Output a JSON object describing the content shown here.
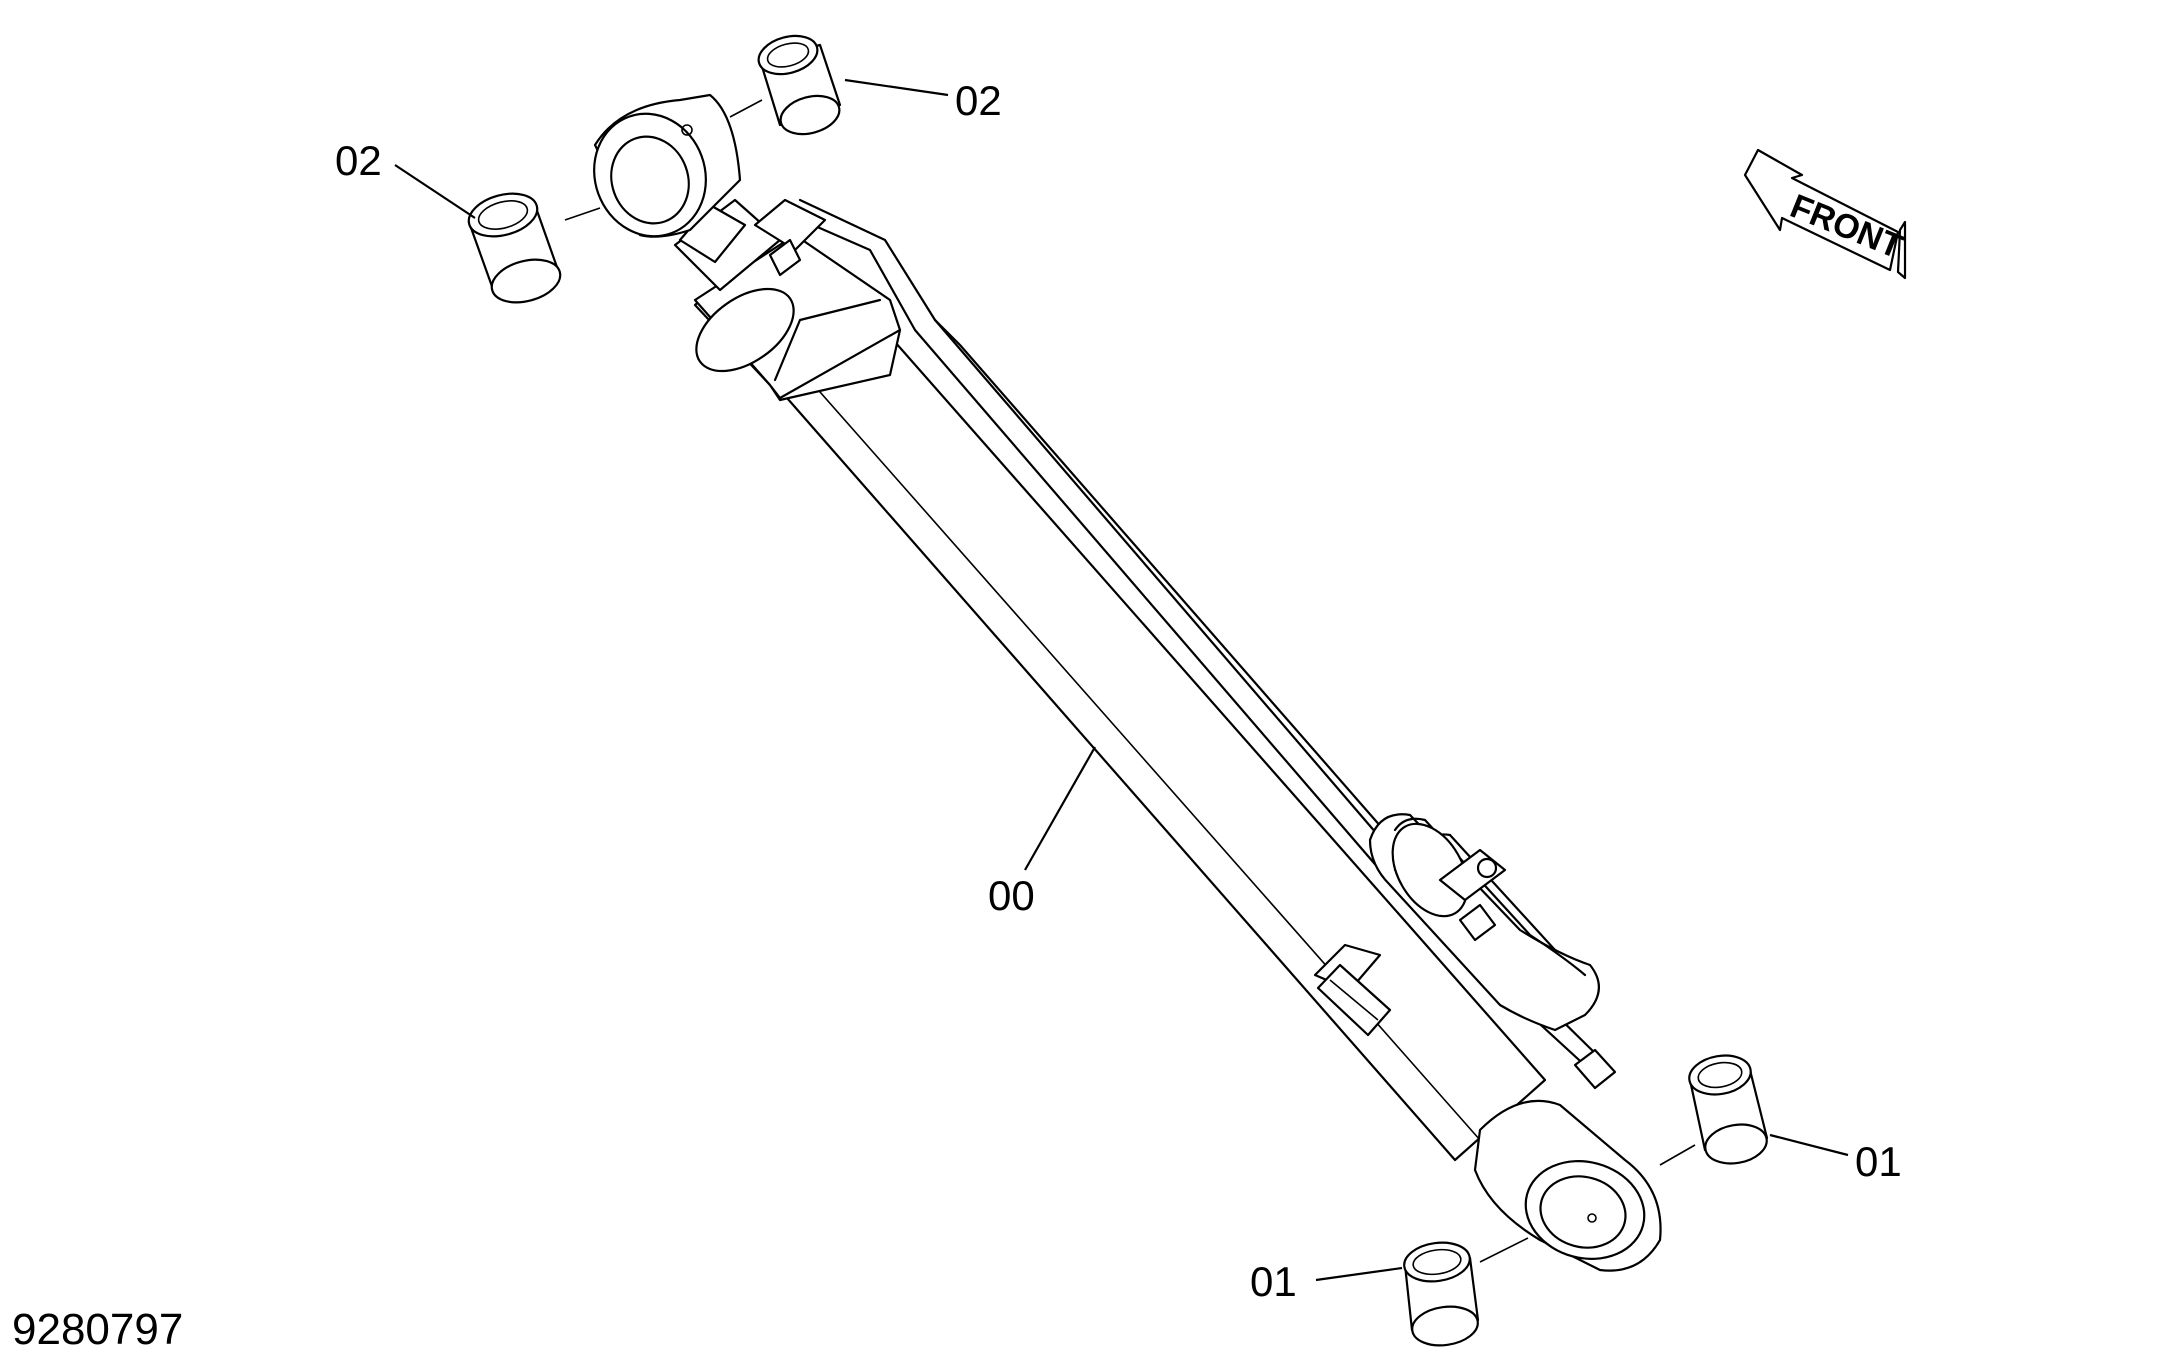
{
  "diagram": {
    "document_number": "9280797",
    "front_label": "FRONT",
    "callouts": [
      {
        "id": "c02a",
        "label": "02"
      },
      {
        "id": "c02b",
        "label": "02"
      },
      {
        "id": "c00",
        "label": "00"
      },
      {
        "id": "c01a",
        "label": "01"
      },
      {
        "id": "c01b",
        "label": "01"
      }
    ]
  }
}
